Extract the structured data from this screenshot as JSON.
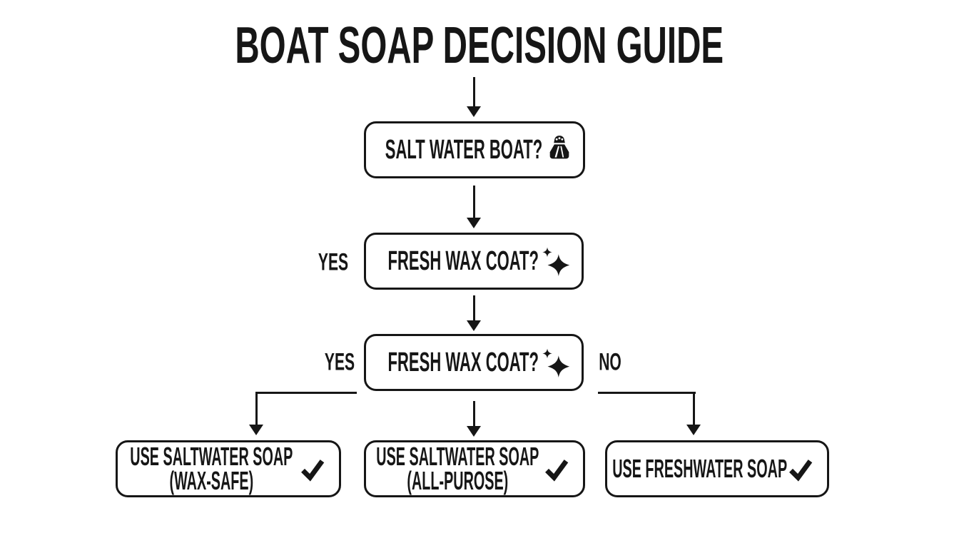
{
  "colors": {
    "background": "#ffffff",
    "ink": "#161616"
  },
  "title": "BOAT SOAP DECISION GUIDE",
  "decisions": [
    {
      "label": "SALT WATER BOAT?",
      "icon": "salt-shaker-icon"
    },
    {
      "label": "FRESH WAX COAT?",
      "icon": "sparkles-icon",
      "left_label": "YES"
    },
    {
      "label": "FRESH WAX COAT?",
      "icon": "sparkles-icon",
      "left_label": "YES",
      "right_label": "NO"
    }
  ],
  "outcomes": [
    {
      "line1": "USE SALTWATER SOAP",
      "line2": "(WAX-SAFE)",
      "icon": "checkmark-icon"
    },
    {
      "line1": "USE SALTWATER SOAP",
      "line2": "(ALL-PUROSE)",
      "icon": "checkmark-icon"
    },
    {
      "line1": "USE FRESHWATER SOAP",
      "line2": "",
      "icon": "checkmark-icon"
    }
  ]
}
